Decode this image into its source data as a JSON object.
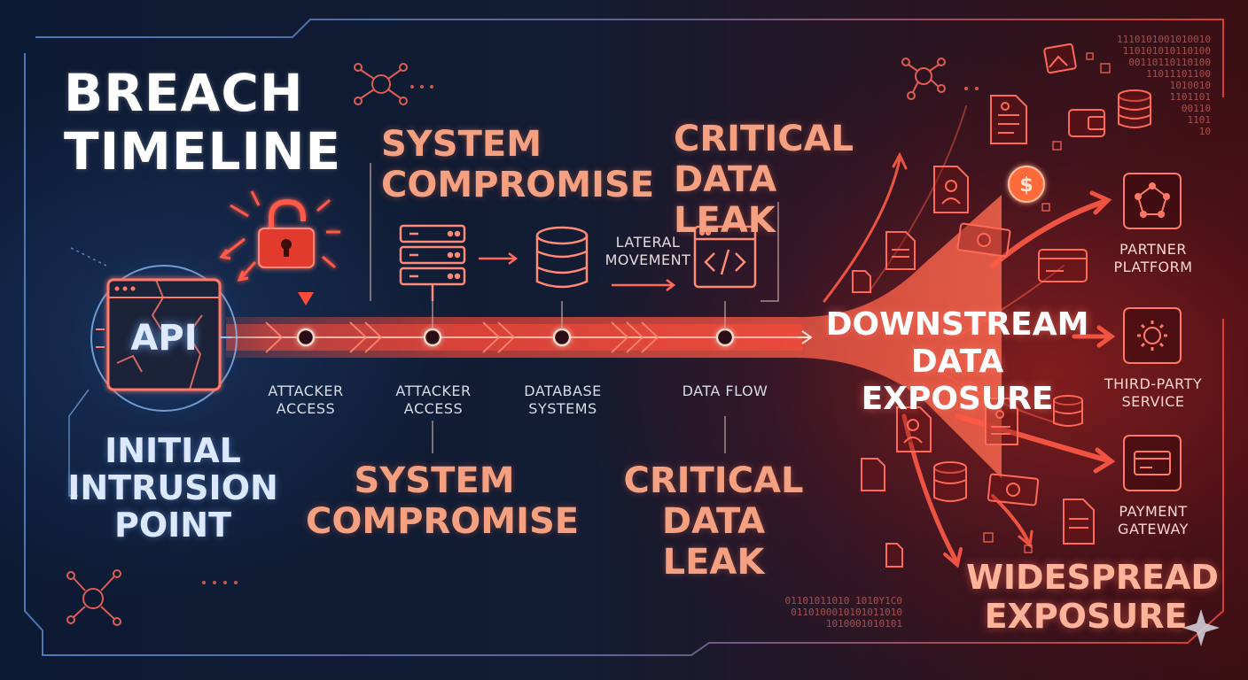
{
  "title": {
    "line1": "BREACH",
    "line2": "TIMELINE"
  },
  "stages": {
    "system_compromise_top": {
      "line1": "SYSTEM",
      "line2": "COMPROMISE"
    },
    "critical_leak_top": {
      "line1": "CRITICAL",
      "line2": "DATA LEAK"
    },
    "system_compromise_bottom": {
      "line1": "SYSTEM",
      "line2": "COMPROMISE"
    },
    "critical_leak_bottom": {
      "line1": "CRITICAL",
      "line2": "DATA LEAK"
    }
  },
  "intrusion": {
    "line1": "INITIAL",
    "line2": "INTRUSION",
    "line3": "POINT"
  },
  "api_label": "API",
  "timeline_labels": [
    {
      "line1": "ATTACKER",
      "line2": "ACCESS"
    },
    {
      "line1": "ATTACKER",
      "line2": "ACCESS"
    },
    {
      "line1": "DATABASE",
      "line2": "SYSTEMS"
    },
    {
      "line1": "DATA FLOW",
      "line2": ""
    }
  ],
  "lateral": {
    "line1": "LATERAL",
    "line2": "MOVEMENT"
  },
  "downstream": {
    "line1": "DOWNSTREAM",
    "line2": "DATA EXPOSURE"
  },
  "targets": [
    {
      "line1": "PARTNER",
      "line2": "PLATFORM",
      "icon": "partner-network-icon"
    },
    {
      "line1": "THIRD-PARTY",
      "line2": "SERVICE",
      "icon": "gear-icon"
    },
    {
      "line1": "PAYMENT",
      "line2": "GATEWAY",
      "icon": "credit-card-icon"
    }
  ],
  "widespread": {
    "line1": "WIDESPREAD",
    "line2": "EXPOSURE"
  },
  "binary": {
    "top": [
      "1110101001010010",
      "110101010110100",
      "00110110110100",
      "11011101100",
      "1010010",
      "1101101",
      "00110",
      "1101",
      "10"
    ],
    "bottom": [
      "01101011010 1010Y1C0",
      "0110100010101011010",
      "1010001010101"
    ]
  },
  "colors": {
    "accent_red": "#ff4a3a",
    "accent_blue": "#6fb6ff",
    "stage_orange": "#f4a081"
  }
}
